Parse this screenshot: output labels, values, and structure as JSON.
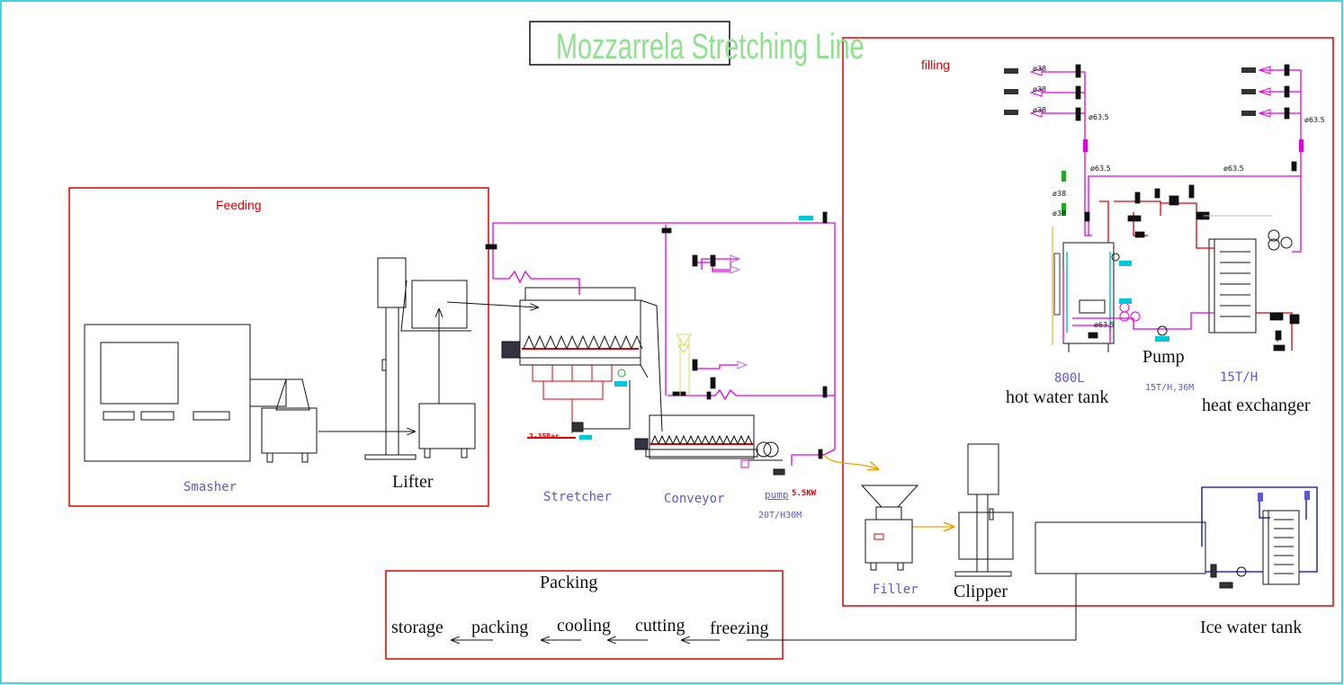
{
  "title": "Mozzarrela Stretching Line",
  "sections": {
    "feeding": "Feeding",
    "filling": "filling",
    "packing": "Packing"
  },
  "equipment": {
    "smasher": "Smasher",
    "lifter": "Lifter",
    "stretcher": "Stretcher",
    "conveyor": "Conveyor",
    "pump_small": "pump",
    "pump_small_spec": "20T/H30M",
    "pump_small_power": "5.5KW",
    "filler": "Filler",
    "clipper": "Clipper",
    "tank_volume": "800L",
    "hot_water_tank": "hot water tank",
    "pump": "Pump",
    "pump_spec": "15T/H,36M",
    "hx_spec": "15T/H",
    "heat_exchanger": "heat exchanger",
    "ice_water_tank": "Ice water tank",
    "stretcher_note": "3-35Bar"
  },
  "packing_steps": [
    "storage",
    "packing",
    "cooling",
    "cutting",
    "freezing"
  ],
  "pipe_labels": {
    "d38_1": "ø38",
    "d38_2": "ø38",
    "d38_3": "ø38",
    "d635_1": "ø63.5",
    "d635_2": "ø63.5",
    "d635_3": "ø63.5",
    "d635_4": "ø63.5",
    "d635_5": "ø63.5",
    "d38_4": "ø38",
    "d38_5": "ø38"
  },
  "colors": {
    "frame": "#00c8d8",
    "section_border": "#e00000",
    "steam_pipe": "#e000e0",
    "hot_pipe": "#e00000",
    "product_flow": "#f0a000",
    "ice_water_pipe": "#0000c8",
    "title": "#8fe08f",
    "labels": "#5a5ad6"
  }
}
